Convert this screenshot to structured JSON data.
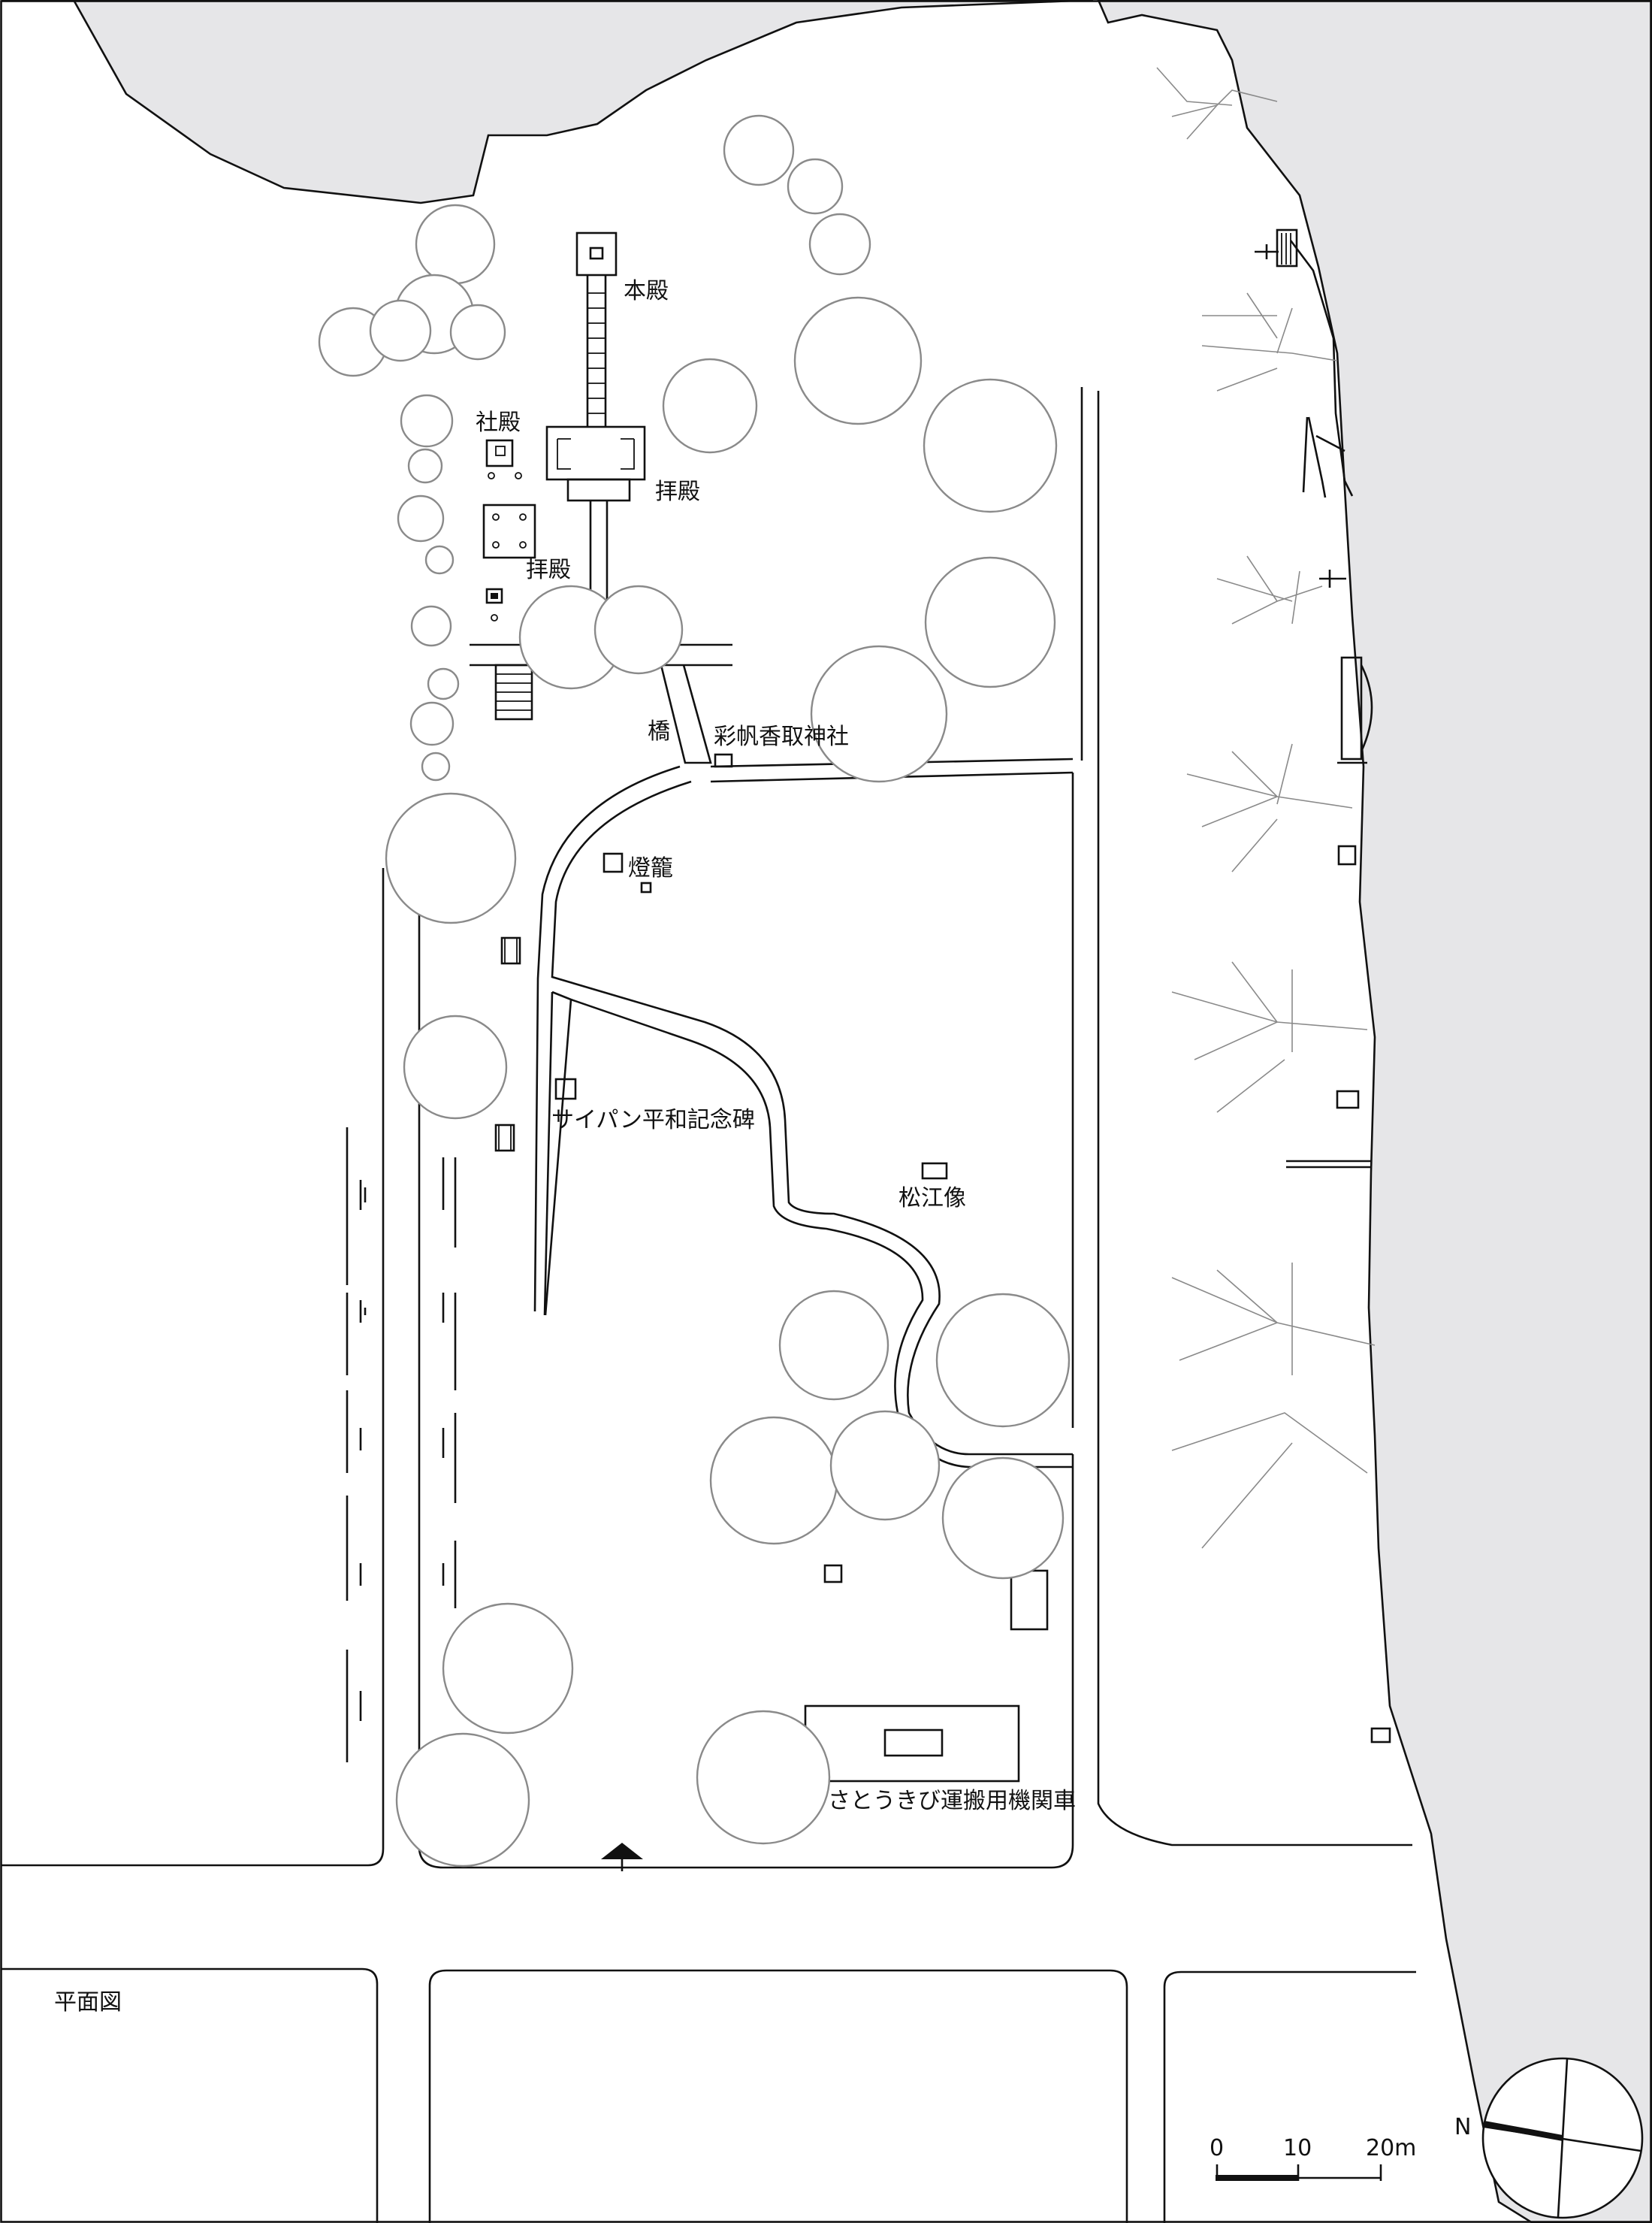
{
  "labels": {
    "honden": "本殿",
    "shaden": "社殿",
    "haiden_main": "拝殿",
    "haiden_side": "拝殿",
    "bridge": "橋",
    "shrine_name": "彩帆香取神社",
    "lantern": "燈籠",
    "peace_monument": "サイパン平和記念碑",
    "statue": "松江像",
    "locomotive": "さとうきび運搬用機関車",
    "plan_title": "平面図"
  },
  "scale_bar": {
    "tick_0": "0",
    "tick_10": "10",
    "tick_20": "20m"
  },
  "compass": {
    "north_label": "N"
  },
  "colors": {
    "sea": "#e6e6e8",
    "ink": "#111111",
    "tree_outline": "#8a8a8a"
  },
  "icons": {
    "entrance": "entrance-arrow-icon",
    "north": "compass-icon"
  }
}
